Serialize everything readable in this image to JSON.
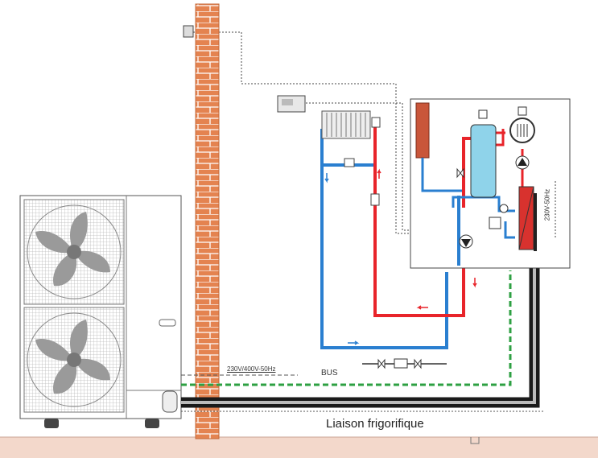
{
  "labels": {
    "power_outdoor": "230V/400V-50Hz",
    "bus": "BUS",
    "refrigerant_link": "Liaison frigorifique",
    "power_indoor": "230V-50Hz"
  },
  "colors": {
    "hot_pipe": "#e8242a",
    "cold_pipe": "#2a7fd0",
    "brick": "#e07b45",
    "bus_line": "#2ea043",
    "tank": "#8fd3ea",
    "ground": "#f3d8cb"
  }
}
